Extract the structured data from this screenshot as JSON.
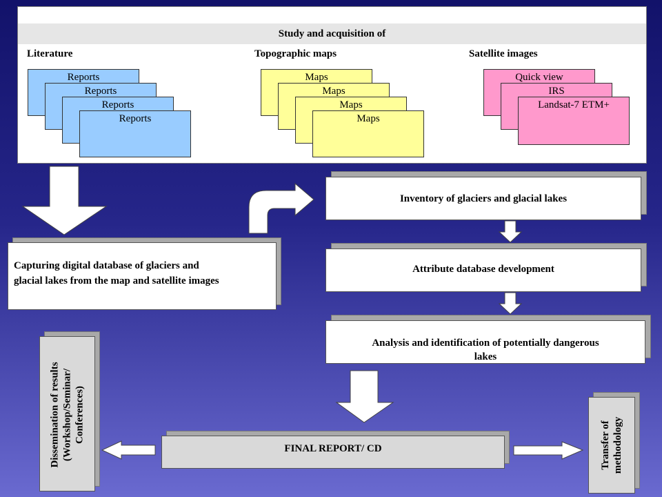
{
  "study": {
    "title": "Study and acquisition of",
    "columns": [
      "Literature",
      "Topographic maps",
      "Satellite images"
    ]
  },
  "literature_docs": [
    "Reports",
    "Reports",
    "Reports",
    "Reports"
  ],
  "map_docs": [
    "Maps",
    "Maps",
    "Maps",
    "Maps"
  ],
  "satellite_docs": [
    "Quick view",
    "IRS",
    "Landsat-7 ETM+"
  ],
  "capturing": {
    "line1": "Capturing digital database of glaciers and",
    "line2": "glacial lakes from the map and satellite images"
  },
  "inventory": "Inventory of glaciers and glacial lakes",
  "attribute": "Attribute database development",
  "analysis": {
    "line1": "Analysis and identification of potentially dangerous",
    "line2": "lakes"
  },
  "final_report": "FINAL REPORT/ CD",
  "dissemination": {
    "line1": "Dissemination of results",
    "line2": "(Workshop/Seminar/",
    "line3": "Conferences)"
  },
  "transfer": {
    "line1": "Transfer of",
    "line2": "methodology"
  }
}
